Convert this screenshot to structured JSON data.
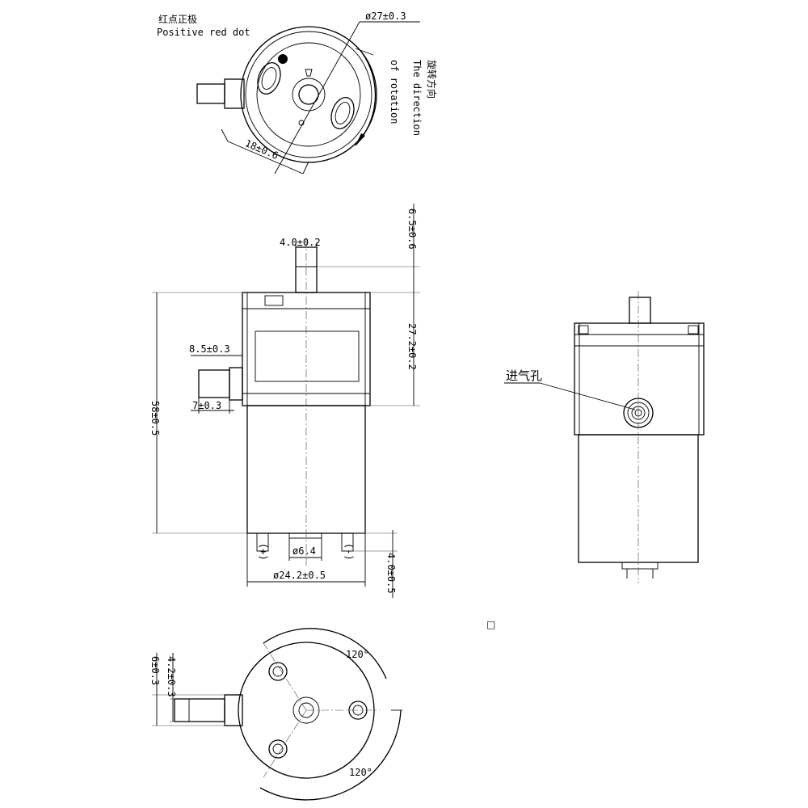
{
  "top_view": {
    "label_cn": "红点正极",
    "label_en": "Positive red dot",
    "diameter": "ø27±0.3",
    "dim_side": "18±0.6",
    "rotation_cn": "旋转方向",
    "rotation_en_1": "The direction",
    "rotation_en_2": "of rotation"
  },
  "front_view": {
    "nozzle_width": "4.0±0.2",
    "nozzle_height": "6.5±0.6",
    "head_height": "27.2±0.2",
    "total_height": "58±0.5",
    "inlet_width": "8.5±0.3",
    "inlet_length": "7±0.3",
    "terminal_pos": "(+)",
    "terminal_neg": "(-)",
    "shaft": "ø6.4",
    "body_diameter": "ø24.2±0.5",
    "terminal_height": "4.0±0.5"
  },
  "side_view": {
    "inlet_label": "进气孔"
  },
  "marker": "□",
  "bottom_view": {
    "dim_6": "6±0.3",
    "dim_4": "4.2±0.3",
    "angle_top": "120°",
    "angle_bottom": "120°"
  }
}
